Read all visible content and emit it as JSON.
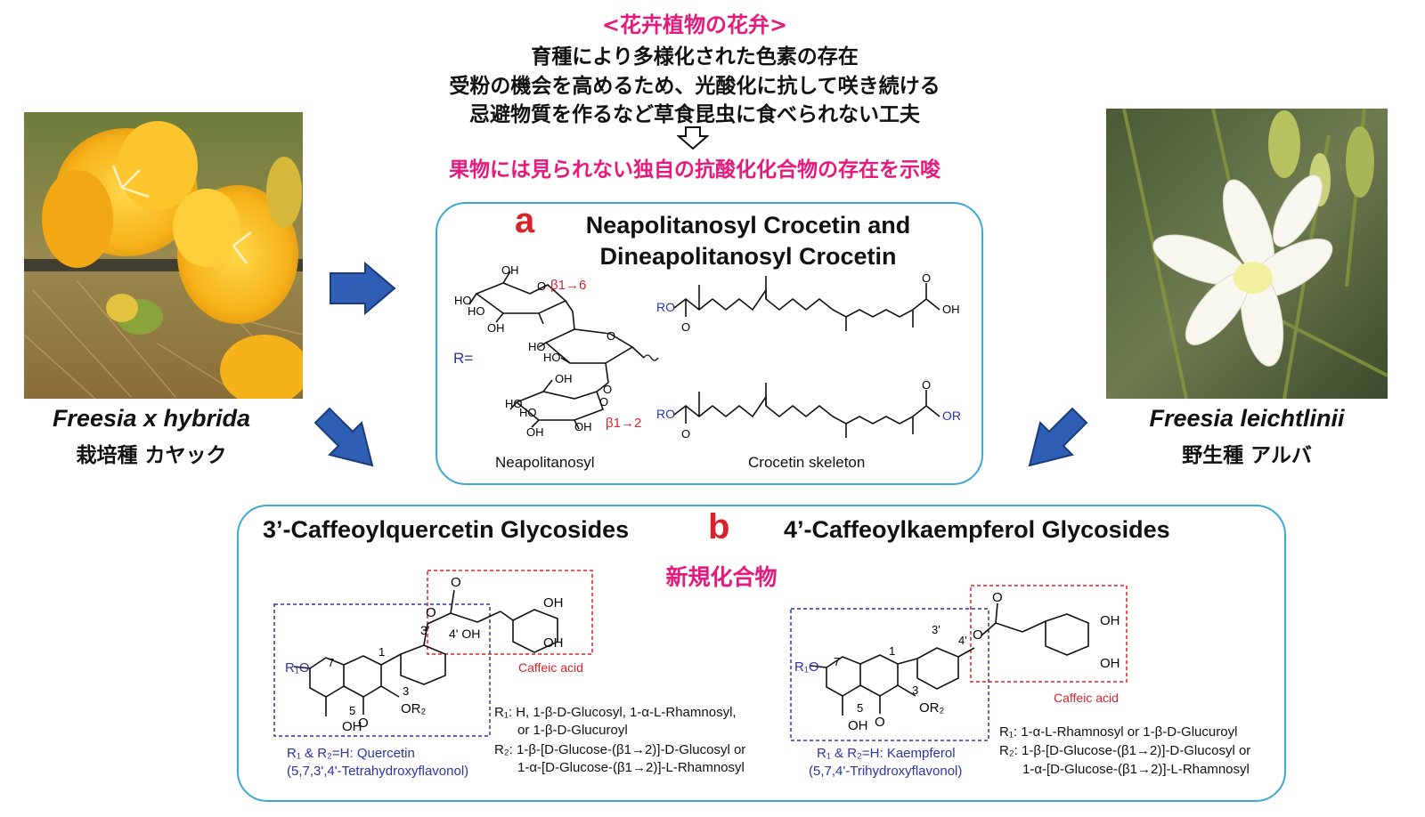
{
  "header": {
    "title": "<花卉植物の花弁>",
    "lines": [
      "育種により多様化された色素の存在",
      "受粉の機会を高めるため、光酸化に抗して咲き続ける",
      "忌避物質を作るなど草食昆虫に食べられない工夫"
    ],
    "conclusion": "果物には見られない独自の抗酸化化合物の存在を示唆"
  },
  "left_flower": {
    "species": "Freesia x hybrida",
    "variety": "栽培種 カヤック"
  },
  "right_flower": {
    "species": "Freesia leichtlinii",
    "variety": "野生種 アルバ"
  },
  "panel_a": {
    "letter": "a",
    "title_line1": "Neapolitanosyl Crocetin and",
    "title_line2": "Dineapolitanosyl Crocetin",
    "r_label": "R=",
    "beta16": "β1→6",
    "beta12": "β1→2",
    "sugar_caption": "Neapolitanosyl",
    "skeleton_caption": "Crocetin skeleton",
    "atoms": {
      "oh": "OH",
      "ho": "HO",
      "o": "O",
      "ro": "RO",
      "or": "OR"
    }
  },
  "panel_b": {
    "letter": "b",
    "left_title": "3’-Caffeoylquercetin Glycosides",
    "right_title": "4’-Caffeoylkaempferol Glycosides",
    "subtitle": "新規化合物",
    "left": {
      "caffeic": "Caffeic acid",
      "r1o": "R₁O",
      "or2": "OR₂",
      "oh": "OH",
      "pos_7": "7",
      "pos_1": "1",
      "pos_3": "3",
      "pos_5": "5",
      "pos_3p": "3'",
      "pos_4p": "4' OH",
      "note1": "R₁ & R₂=H: Quercetin",
      "note2": "(5,7,3',4'-Tetrahydroxyflavonol)",
      "r1_line1": "R₁: H, 1-β-D-Glucosyl, 1-α-L-Rhamnosyl,",
      "r1_line2": "or 1-β-D-Glucuroyl",
      "r2_line1": "R₂: 1-β-[D-Glucose-(β1→2)]-D-Glucosyl or",
      "r2_line2": "1-α-[D-Glucose-(β1→2)]-L-Rhamnosyl"
    },
    "right": {
      "caffeic": "Caffeic acid",
      "r1o": "R₁O",
      "or2": "OR₂",
      "oh": "OH",
      "pos_7": "7",
      "pos_1": "1",
      "pos_3": "3",
      "pos_5": "5",
      "pos_3p": "3'",
      "pos_4p": "4'",
      "note1": "R₁ & R₂=H: Kaempferol",
      "note2": "(5,7,4'-Trihydroxyflavonol)",
      "r1_line1": "R₁: 1-α-L-Rhamnosyl or 1-β-D-Glucuroyl",
      "r2_line1": "R₂: 1-β-[D-Glucose-(β1→2)]-D-Glucosyl or",
      "r2_line2": "1-α-[D-Glucose-(β1→2)]-L-Rhamnosyl"
    }
  },
  "colors": {
    "magenta": "#e6197c",
    "box_border": "#3aa9d4",
    "arrow_blue": "#2f5fb5",
    "red_label": "#d8232a",
    "blue_text": "#2b34a6"
  }
}
